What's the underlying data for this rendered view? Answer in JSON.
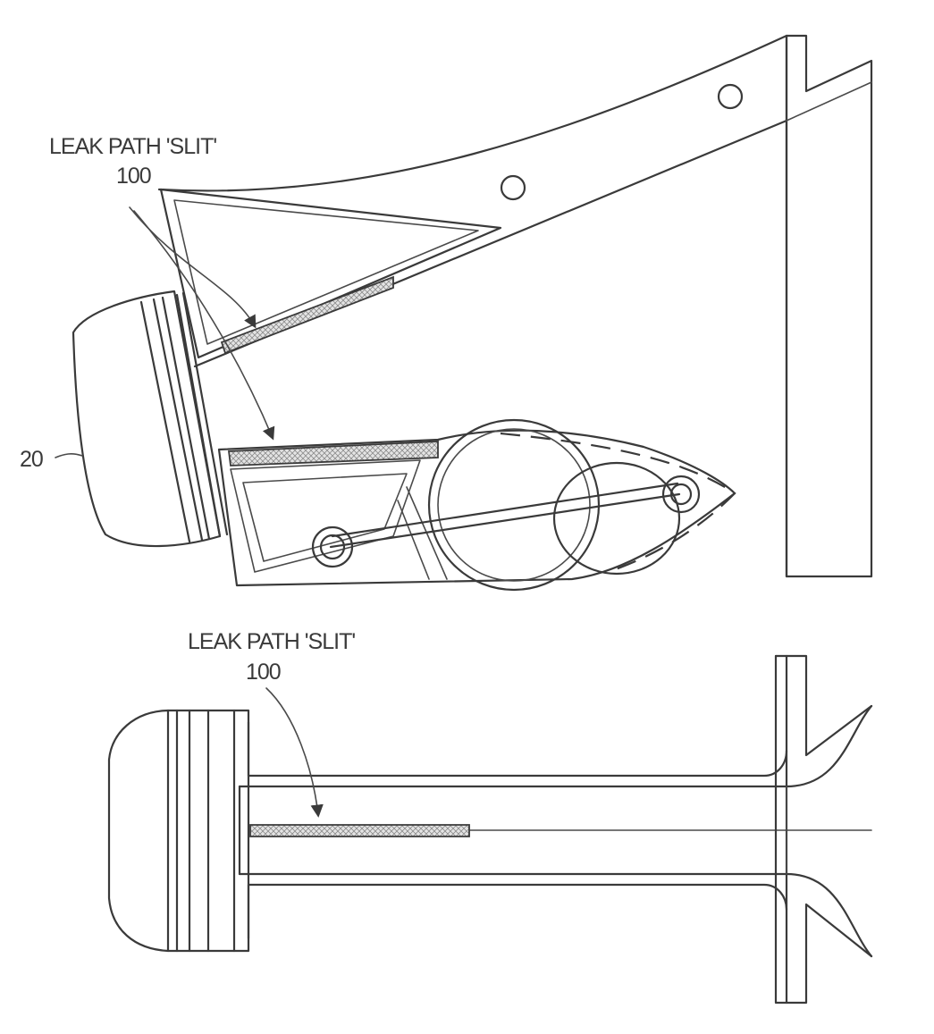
{
  "figure_top": {
    "label_title": "LEAK PATH 'SLIT'",
    "label_ref": "100",
    "part_ref": "20"
  },
  "figure_bottom": {
    "label_title": "LEAK PATH 'SLIT'",
    "label_ref": "100"
  },
  "colors": {
    "line": "#3a3a3a",
    "hatch": "#9a9a9a",
    "background": "#ffffff"
  }
}
